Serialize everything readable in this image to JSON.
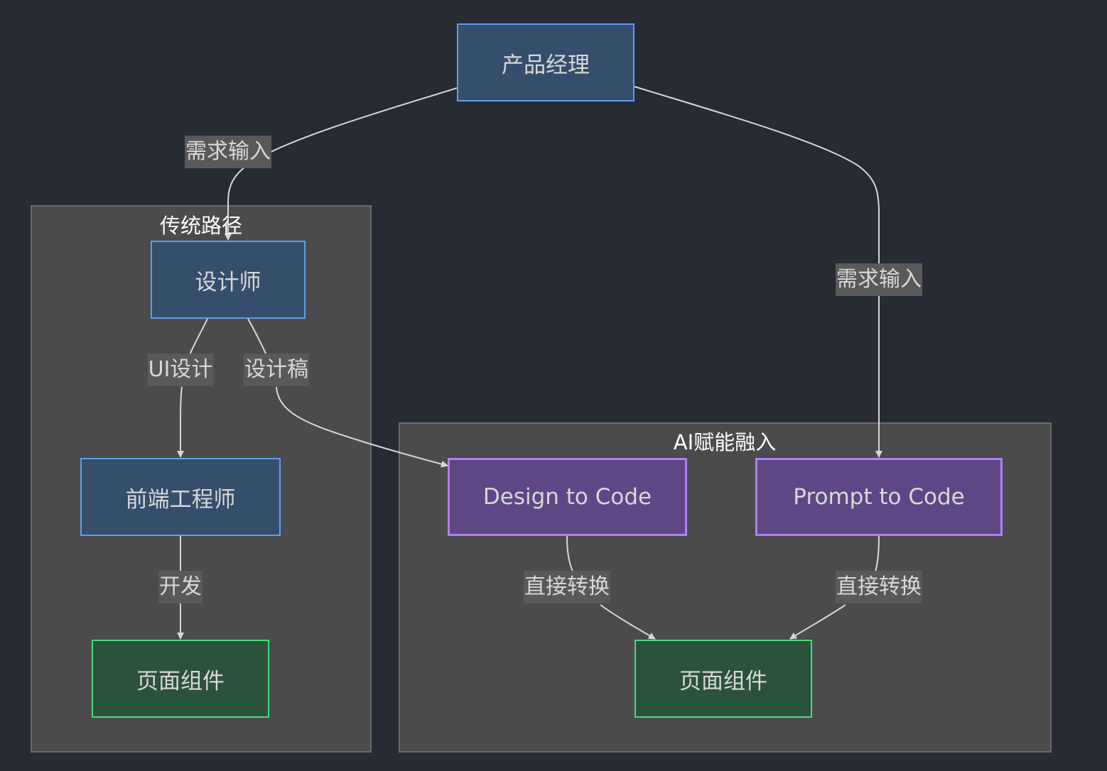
{
  "diagram": {
    "type": "flowchart",
    "colors": {
      "background": "#272b34",
      "cluster_fill": "#4a4b4a",
      "cluster_border": "#6a6b6b",
      "role_node_fill": "#344e6c",
      "role_node_border": "#5e9ef0",
      "ai_node_fill": "#5f4785",
      "ai_node_border": "#b37ff5",
      "output_node_fill": "#2b523b",
      "output_node_border": "#4fd880",
      "edge_color": "#d8d8d8",
      "edge_label_bg": "#595959"
    },
    "clusters": {
      "traditional": {
        "title": "传统路径"
      },
      "ai": {
        "title": "AI赋能融入"
      }
    },
    "nodes": {
      "pm": {
        "label": "产品经理"
      },
      "designer": {
        "label": "设计师"
      },
      "frontend": {
        "label": "前端工程师"
      },
      "page_trad": {
        "label": "页面组件"
      },
      "design2code": {
        "label": "Design to Code"
      },
      "prompt2code": {
        "label": "Prompt to Code"
      },
      "page_ai": {
        "label": "页面组件"
      }
    },
    "edges": [
      {
        "from": "产品经理",
        "to": "设计师",
        "label": "需求输入"
      },
      {
        "from": "产品经理",
        "to": "Prompt to Code",
        "label": "需求输入"
      },
      {
        "from": "设计师",
        "to": "前端工程师",
        "label": "UI设计"
      },
      {
        "from": "设计师",
        "to": "Design to Code",
        "label": "设计稿"
      },
      {
        "from": "前端工程师",
        "to": "页面组件",
        "label": "开发"
      },
      {
        "from": "Design to Code",
        "to": "页面组件",
        "label": "直接转换"
      },
      {
        "from": "Prompt to Code",
        "to": "页面组件",
        "label": "直接转换"
      }
    ]
  }
}
